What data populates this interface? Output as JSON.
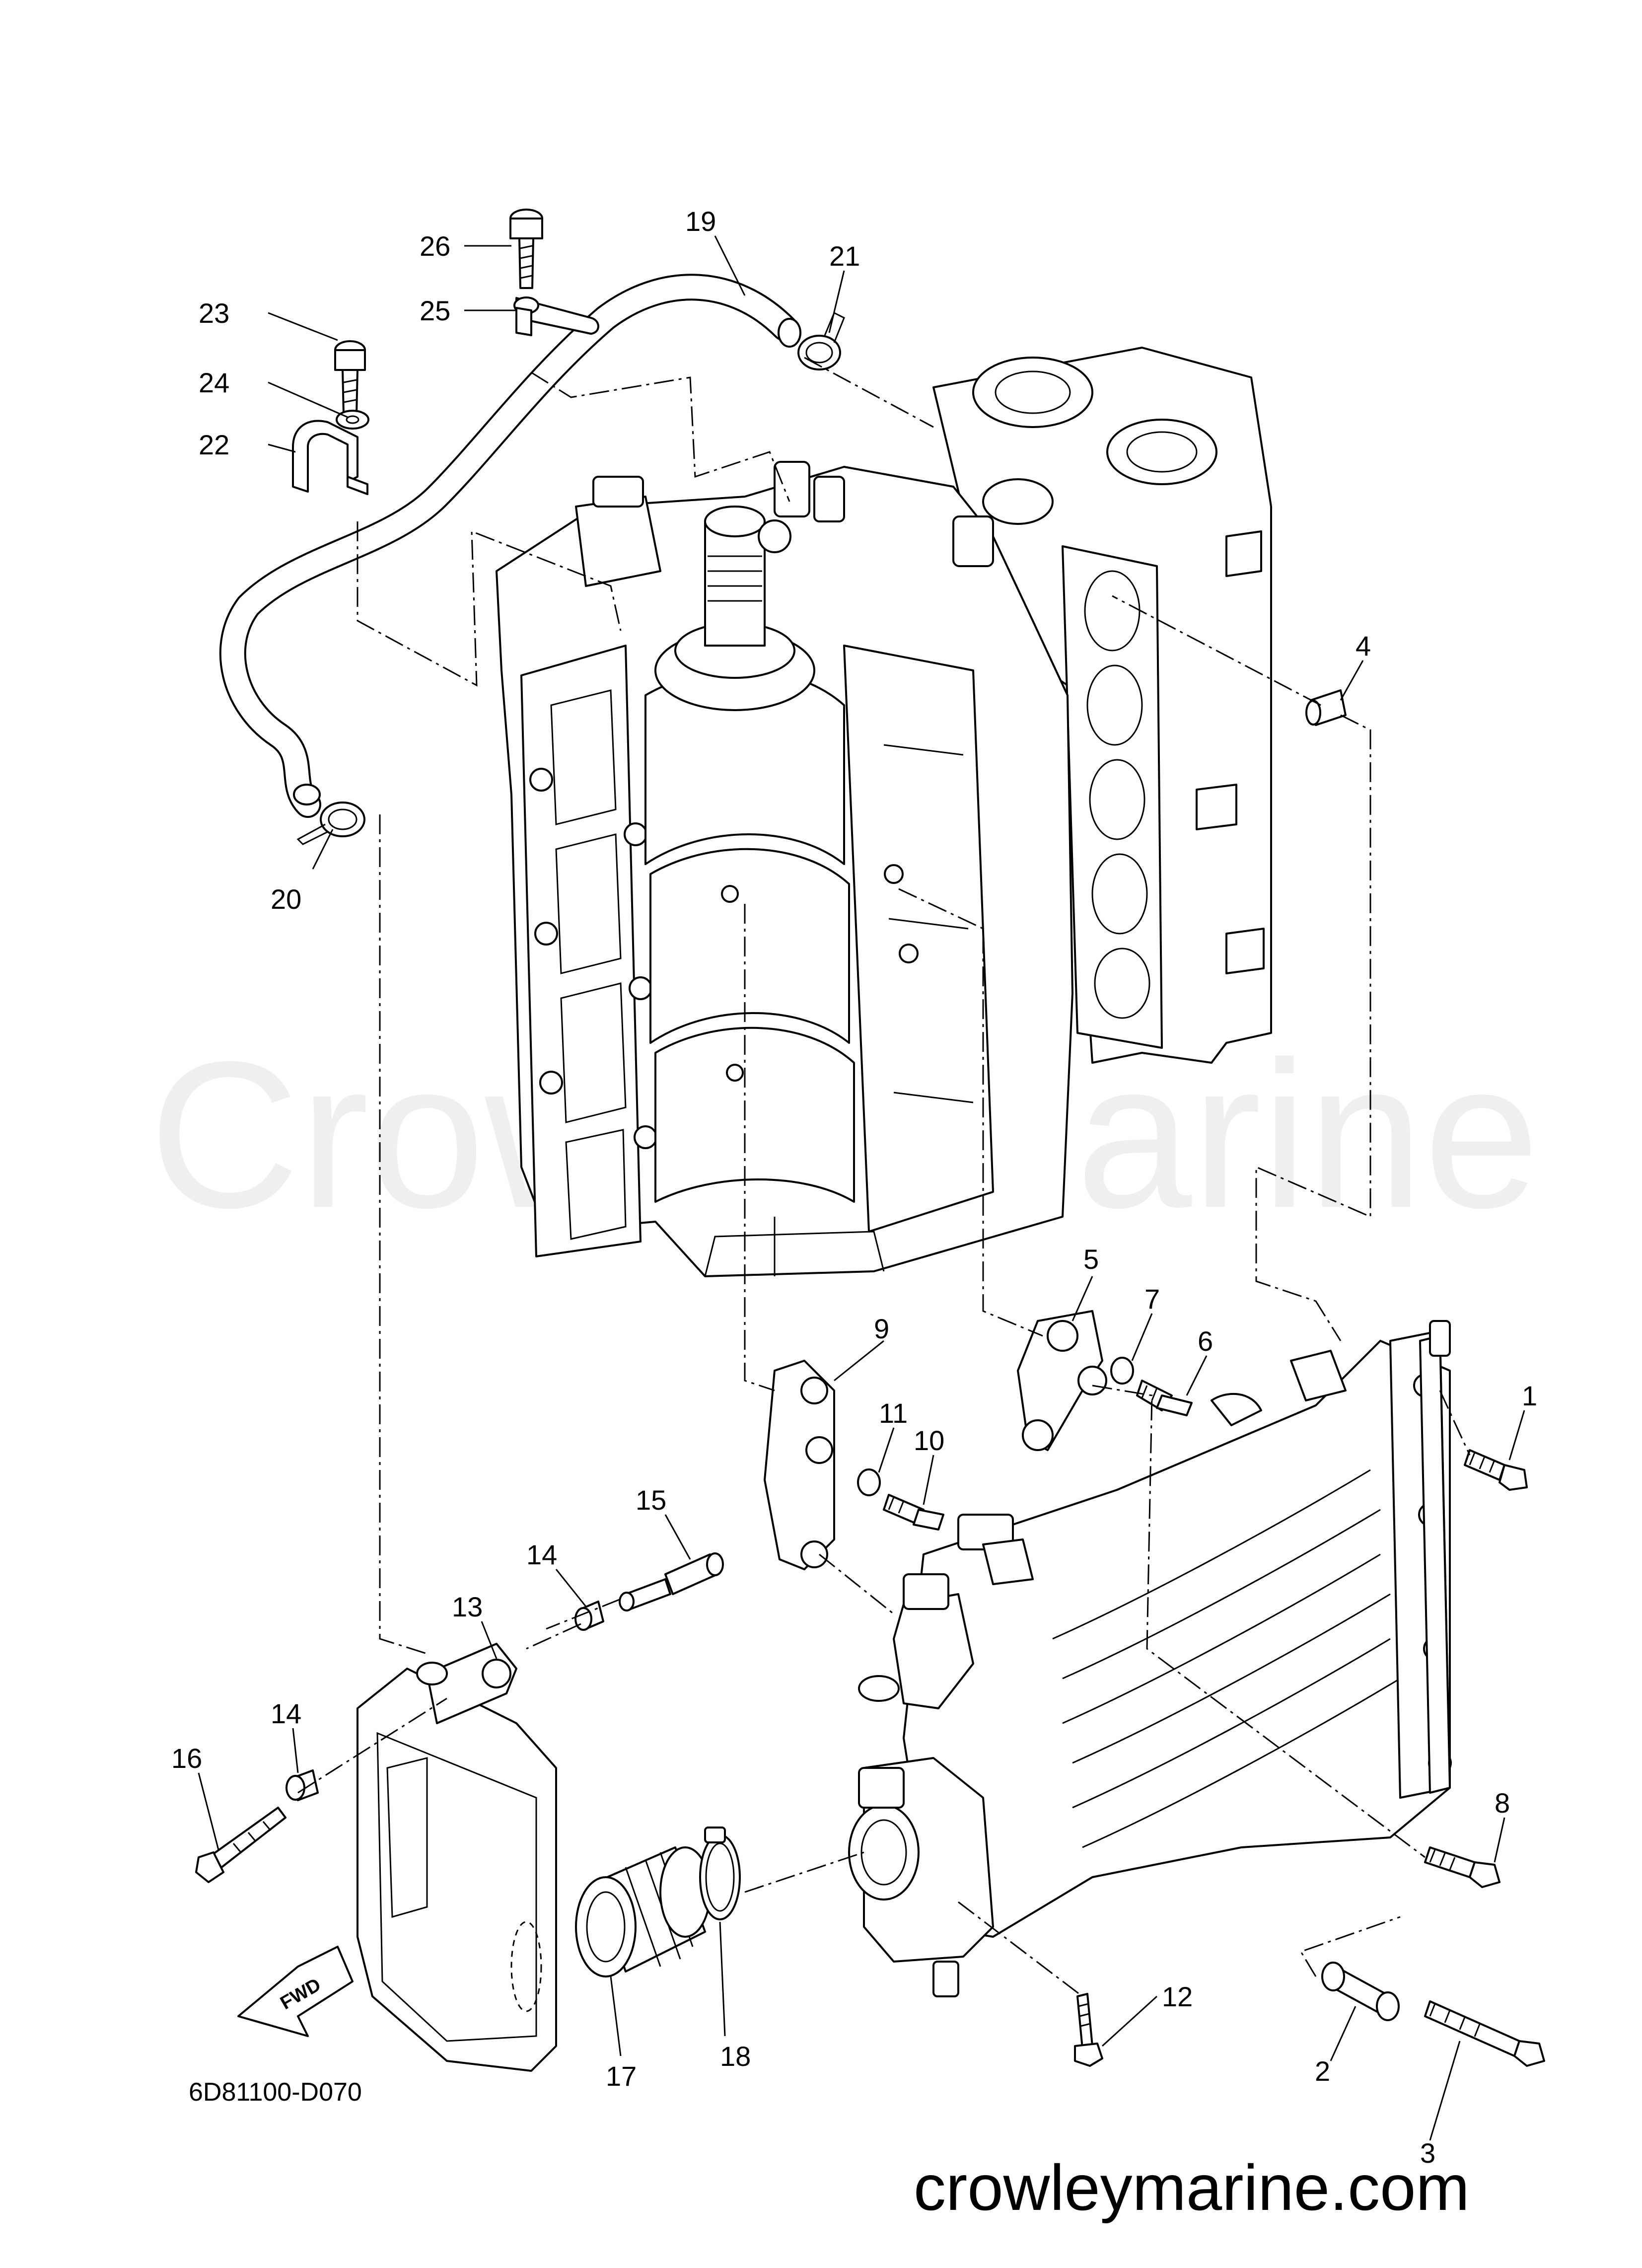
{
  "diagram": {
    "part_numbers": [
      "1",
      "2",
      "3",
      "4",
      "5",
      "6",
      "7",
      "8",
      "9",
      "10",
      "11",
      "12",
      "13",
      "14",
      "14",
      "15",
      "16",
      "17",
      "18",
      "19",
      "20",
      "21",
      "22",
      "23",
      "24",
      "25",
      "26"
    ],
    "fwd_label": "FWD",
    "diagram_code": "6D81100-D070",
    "website": "crowleymarine.com",
    "watermark": "CrowleyMarine"
  }
}
